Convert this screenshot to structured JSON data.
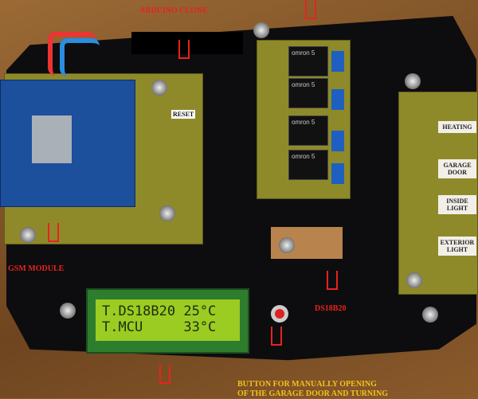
{
  "annotations": {
    "arduino": "ARDUINO CLONE",
    "gsm": "GSM MODULE",
    "ds18b20": "DS18B20",
    "button_line1": "BUTTON FOR MANUALLY OPENING",
    "button_line2": "OF THE GARAGE DOOR AND TURNING",
    "reset": "RESET"
  },
  "relay_labels": [
    "HEATING",
    "GARAGE DOOR",
    "INSIDE LIGHT",
    "EXTERIOR LIGHT"
  ],
  "relay_text": "omron 5",
  "lcd": {
    "line1": "T.DS18B20 25°C",
    "line2": "T.MCU     33°C"
  },
  "colors": {
    "annotation_red": "#e8231e",
    "annotation_yellow": "#f2c21c",
    "lcd_backlight": "#9bcc22"
  }
}
